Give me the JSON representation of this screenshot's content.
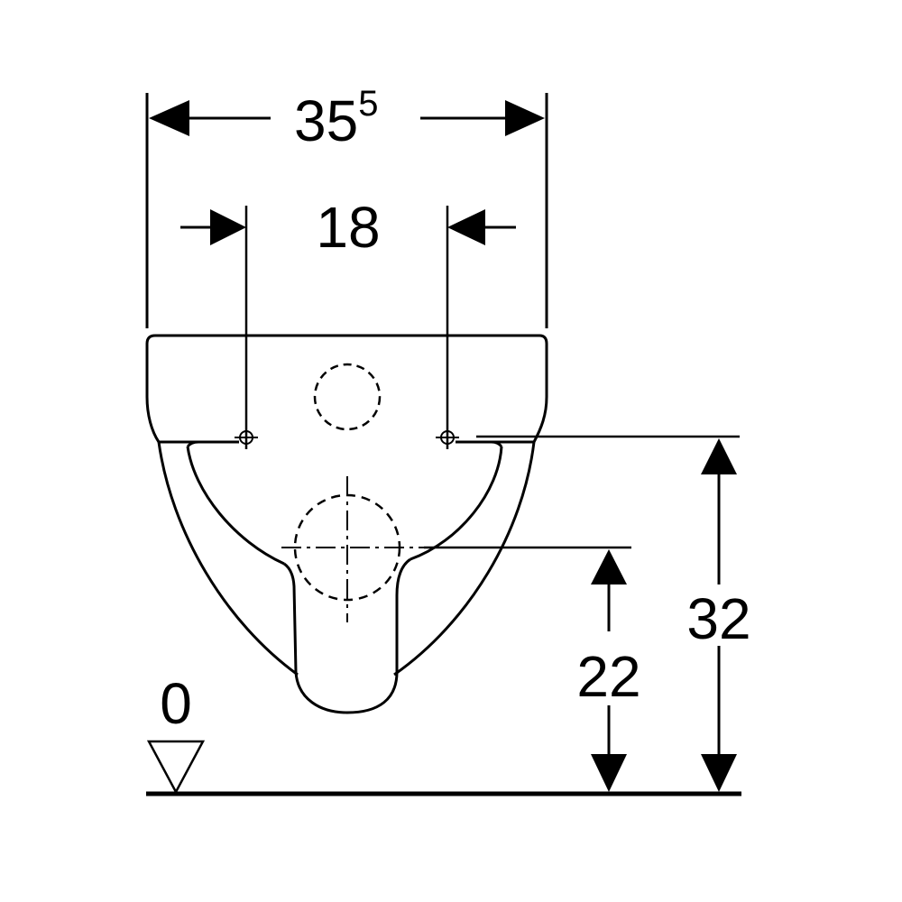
{
  "dimensions": {
    "overall_width": {
      "main": "35",
      "sup": "5"
    },
    "fixing_distance": "18",
    "outlet_height": "22",
    "fixing_height": "32"
  },
  "floor_level": "0",
  "colors": {
    "line": "#000000",
    "background": "#ffffff"
  }
}
